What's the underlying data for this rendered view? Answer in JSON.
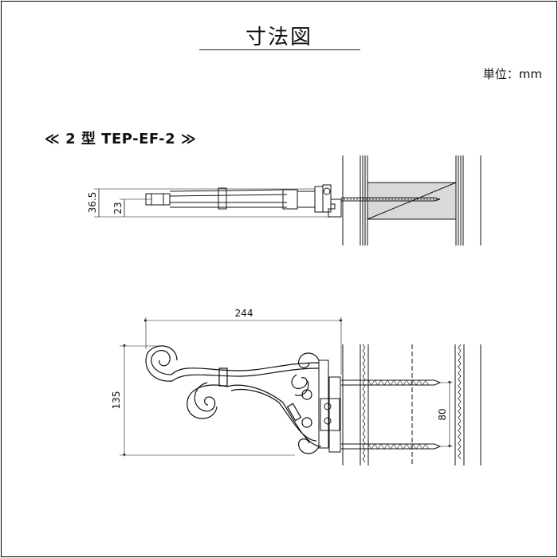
{
  "title": "寸法図",
  "unit": "単位：mm",
  "model": "≪ 2 型 TEP-EF-2 ≫",
  "dimensions": {
    "top_height_total": "36.5",
    "top_height_inner": "23",
    "width": "244",
    "height": "135",
    "screw_spacing": "80"
  },
  "colors": {
    "line": "#111111",
    "wall_fill": "#d9d9d9"
  }
}
